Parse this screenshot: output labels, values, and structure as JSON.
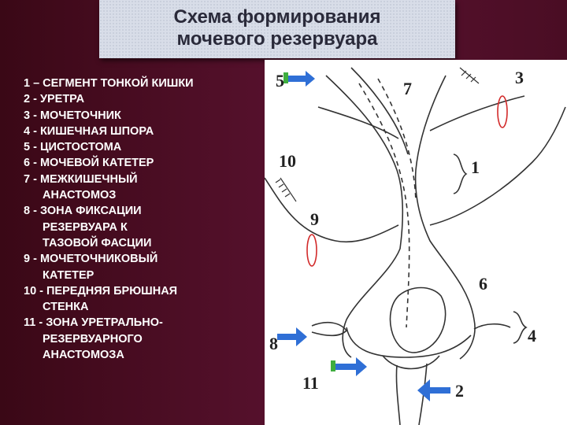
{
  "title": {
    "line1": "Схема формирования",
    "line2": "мочевого резервуара"
  },
  "legend": [
    {
      "lines": [
        "1 – СЕГМЕНТ ТОНКОЙ КИШКИ"
      ]
    },
    {
      "lines": [
        "2 - УРЕТРА"
      ]
    },
    {
      "lines": [
        "3 - МОЧЕТОЧНИК"
      ]
    },
    {
      "lines": [
        "4 - КИШЕЧНАЯ ШПОРА"
      ]
    },
    {
      "lines": [
        "5 - ЦИСТОСТОМА"
      ]
    },
    {
      "lines": [
        "6 - МОЧЕВОЙ КАТЕТЕР"
      ]
    },
    {
      "lines": [
        "7 - МЕЖКИШЕЧНЫЙ",
        "АНАСТОМОЗ"
      ]
    },
    {
      "lines": [
        "8 - ЗОНА ФИКСАЦИИ",
        "РЕЗЕРВУАРА К",
        "ТАЗОВОЙ ФАСЦИИ"
      ]
    },
    {
      "lines": [
        "9 - МОЧЕТОЧНИКОВЫЙ",
        "КАТЕТЕР"
      ]
    },
    {
      "lines": [
        "10 - ПЕРЕДНЯЯ БРЮШНАЯ",
        "СТЕНКА"
      ]
    },
    {
      "lines": [
        "11 - ЗОНА УРЕТРАЛЬНО-",
        "РЕЗЕРВУАРНОГО",
        "АНАСТОМОЗА"
      ]
    }
  ],
  "diagram_labels": {
    "n1": "1",
    "n2": "2",
    "n3": "3",
    "n4": "4",
    "n5": "5",
    "n6": "6",
    "n7": "7",
    "n8": "8",
    "n9": "9",
    "n10": "10",
    "n11": "11"
  },
  "colors": {
    "background": "#4a0f22",
    "title_bg": "#d8dde8",
    "legend_text": "#ffffff",
    "arrow_blue": "#2f6fd6",
    "marker_red": "#d22a2a",
    "marker_green": "#3fae3f"
  }
}
